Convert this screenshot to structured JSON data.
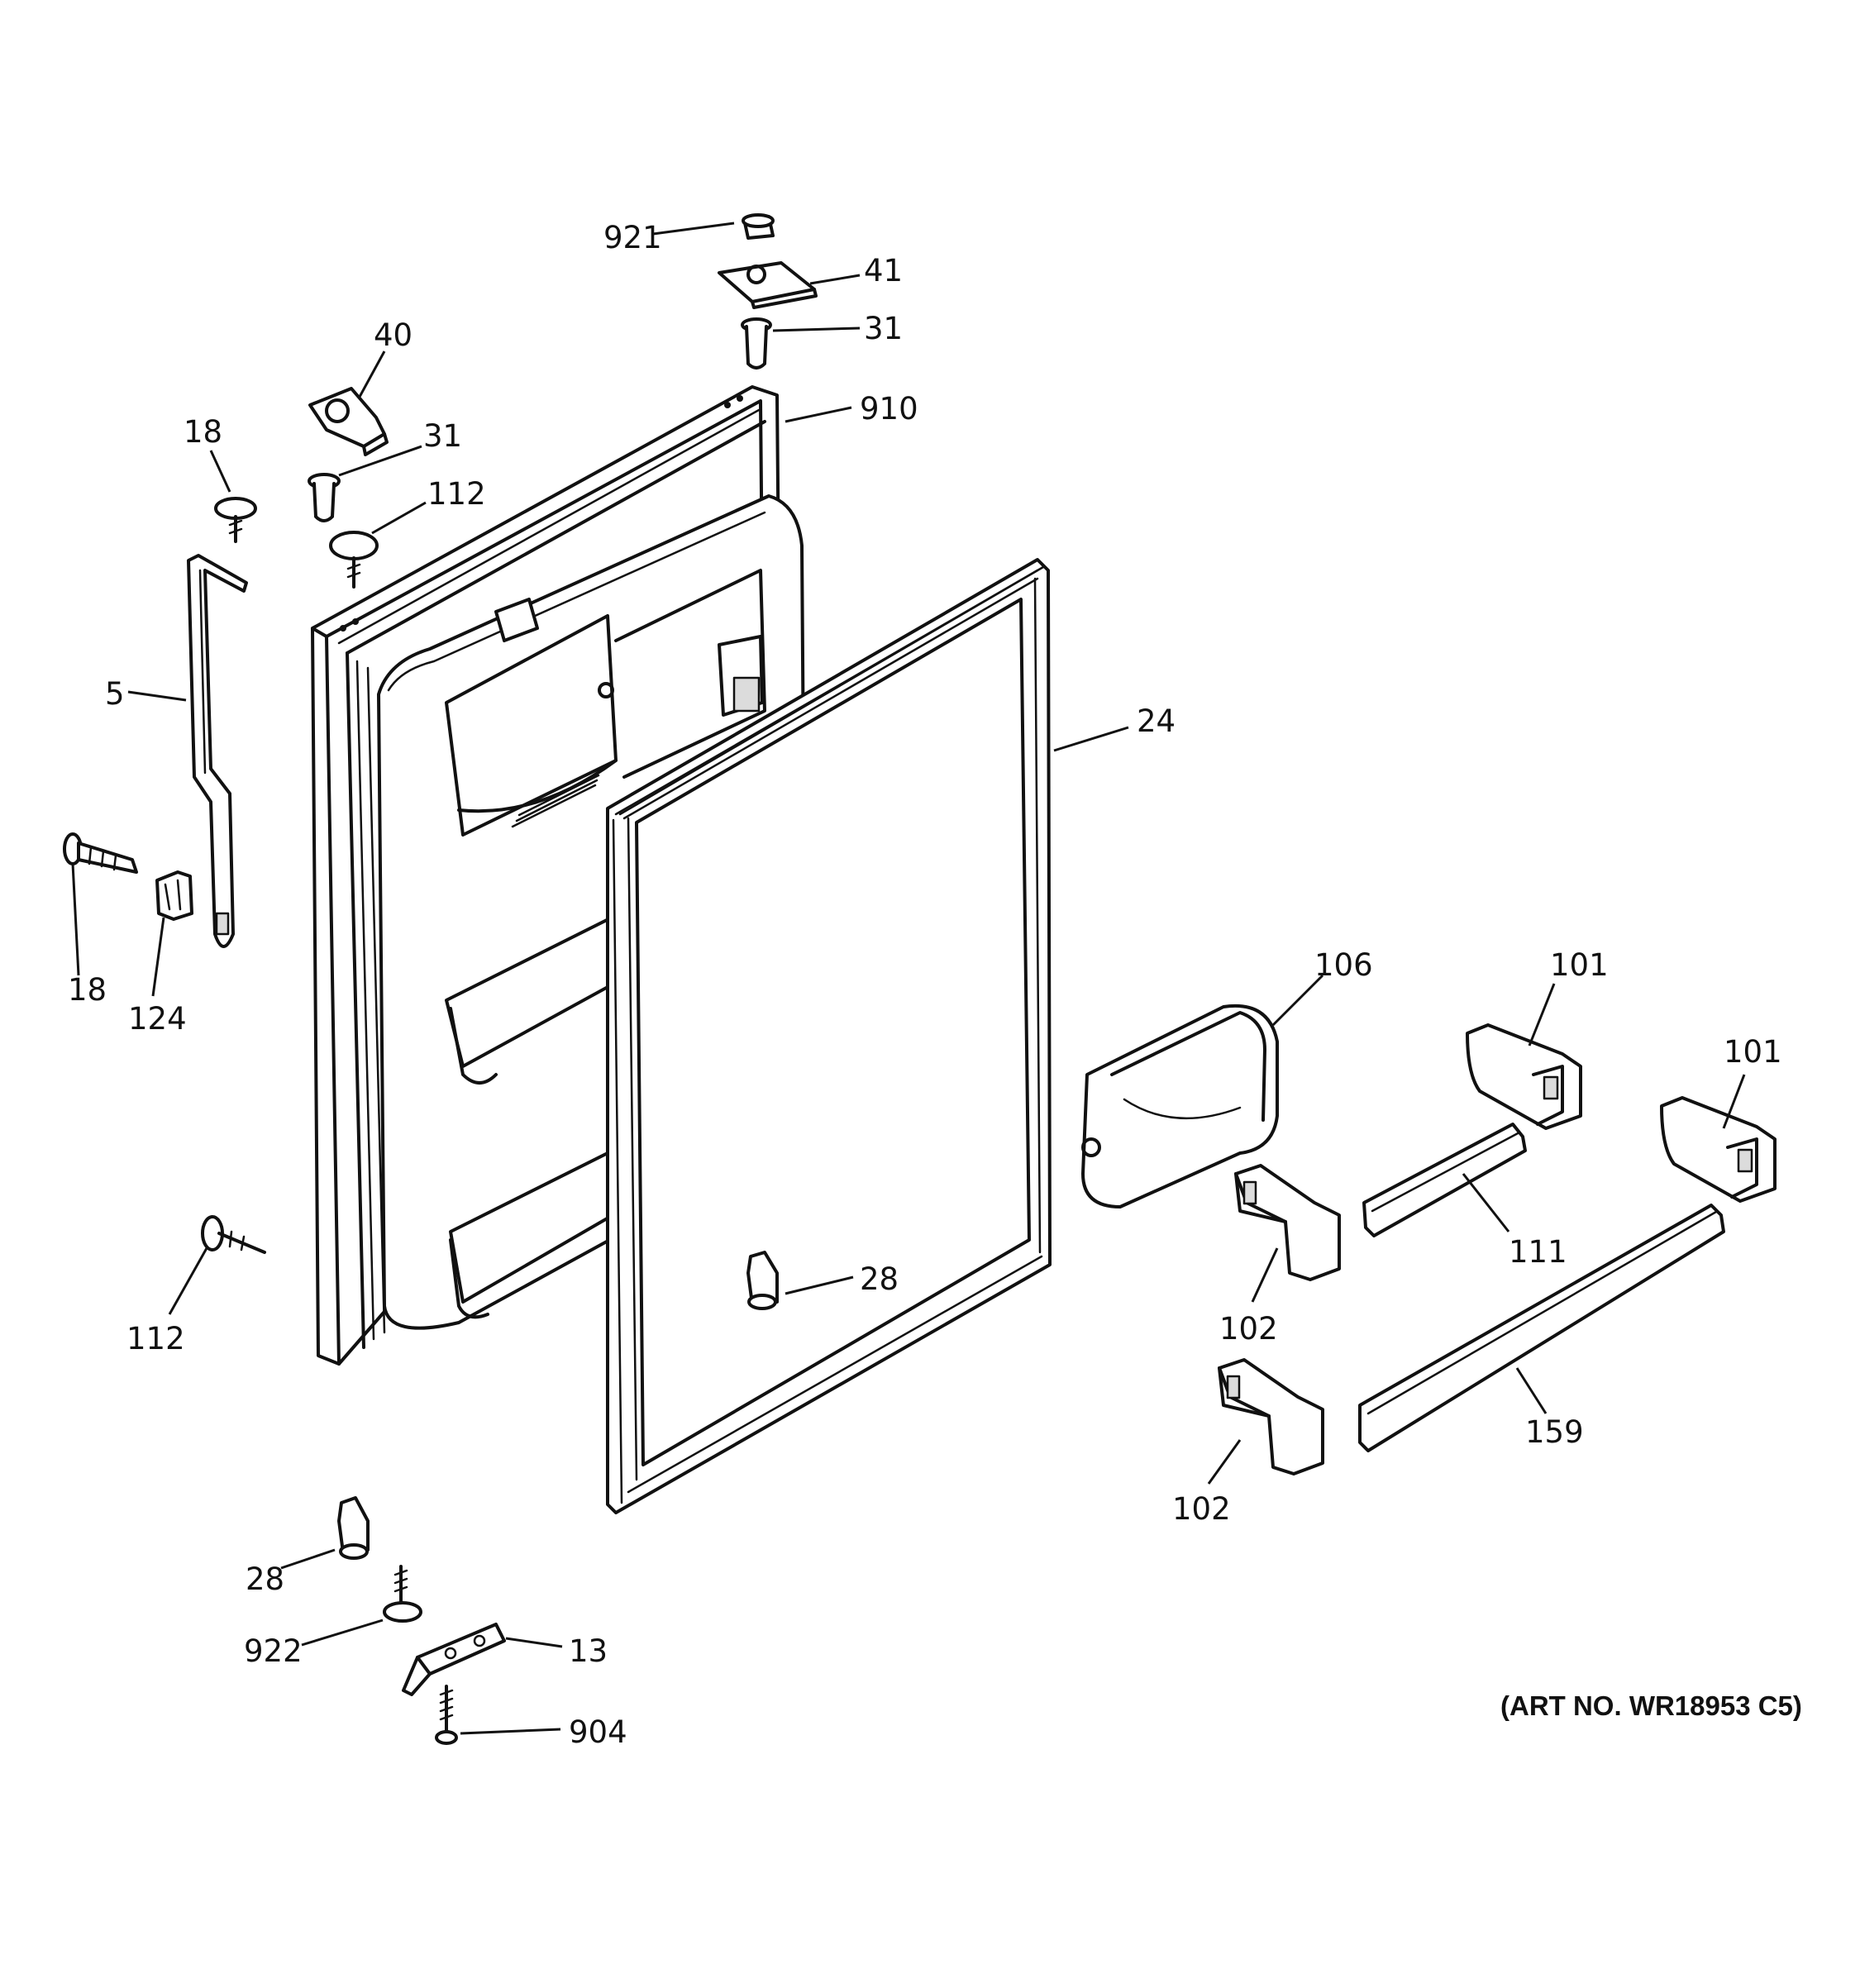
{
  "diagram": {
    "art_number": "(ART NO. WR18953 C5)",
    "callouts": {
      "c921": "921",
      "c41": "41",
      "c31_top": "31",
      "c40": "40",
      "c31_left": "31",
      "c910": "910",
      "c18_top": "18",
      "c112_top": "112",
      "c5": "5",
      "c24": "24",
      "c18_bottom": "18",
      "c124": "124",
      "c106": "106",
      "c101_a": "101",
      "c101_b": "101",
      "c111": "111",
      "c112_bottom": "112",
      "c28_mid": "28",
      "c102_a": "102",
      "c159": "159",
      "c102_b": "102",
      "c28_bottom": "28",
      "c922": "922",
      "c13": "13",
      "c904": "904"
    }
  }
}
